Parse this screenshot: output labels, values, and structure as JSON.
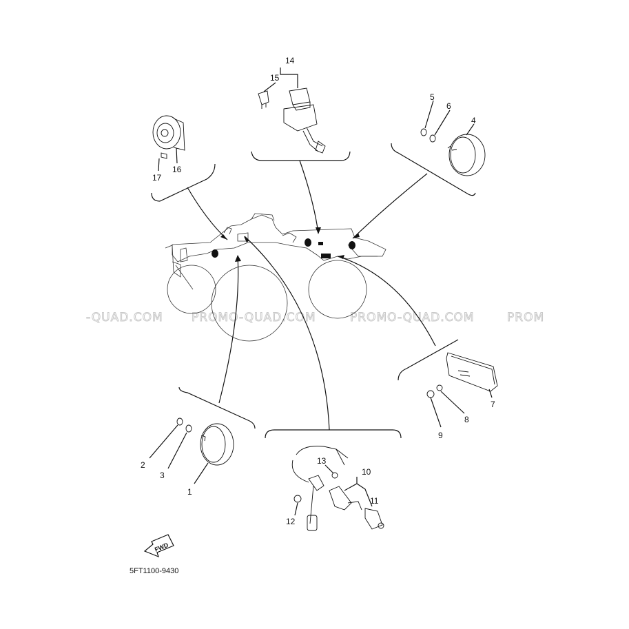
{
  "diagram_code": "5FT1100-9430",
  "fwd_label": "FWD",
  "watermark": {
    "text_1": "-QUAD.COM",
    "text_2": "PROMO-QUAD.COM",
    "text_3": "PROMO-QUAD.COM",
    "text_4": "PROM"
  },
  "parts": {
    "p1": "1",
    "p2": "2",
    "p3": "3",
    "p4": "4",
    "p5": "5",
    "p6": "6",
    "p7": "7",
    "p8": "8",
    "p9": "9",
    "p10": "10",
    "p11": "11",
    "p12": "12",
    "p13": "13",
    "p14": "14",
    "p15": "15",
    "p16": "16",
    "p17": "17"
  }
}
